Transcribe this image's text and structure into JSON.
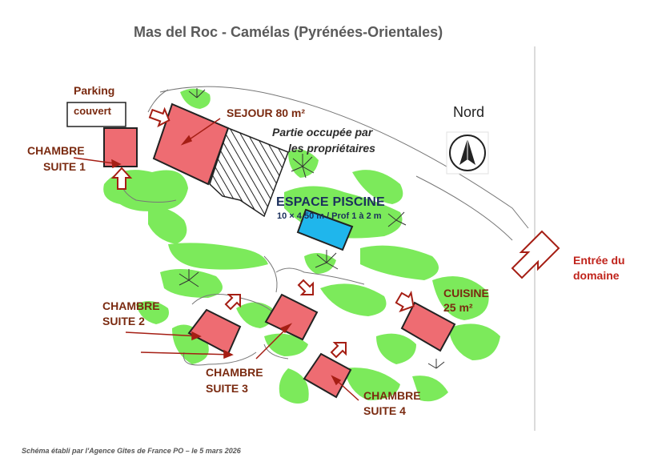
{
  "title": "Mas del Roc - Camélas (Pyrénées-Orientales)",
  "compass": {
    "label": "Nord",
    "icon": "north-arrow-icon"
  },
  "labels": {
    "parking_line1": "Parking",
    "parking_line2": "couvert",
    "sejour": "SEJOUR 80 m²",
    "owners_line1": "Partie occupée par",
    "owners_line2": "les propriétaires",
    "pool_title": "ESPACE PISCINE",
    "pool_sub": "10 × 4,50 m / Prof 1 à 2 m",
    "entree_line1": "Entrée du",
    "entree_line2": "domaine",
    "chambre1_line1": "CHAMBRE",
    "chambre1_line2": "SUITE 1",
    "chambre2_line1": "CHAMBRE",
    "chambre2_line2": "SUITE 2",
    "chambre3_line1": "CHAMBRE",
    "chambre3_line2": "SUITE 3",
    "chambre4_line1": "CHAMBRE",
    "chambre4_line2": "SUITE 4",
    "cuisine_line1": "CUISINE",
    "cuisine_line2": "25 m²"
  },
  "footer": "Schéma établi par l'Agence Gîtes de France PO – le 5 mars 2026",
  "colors": {
    "building": "#ee6c72",
    "pool": "#1fb6ec",
    "vegetation": "#6ee84a",
    "arrow": "#a51e14",
    "label_brown": "#7a2a10",
    "label_red": "#c0241c"
  }
}
